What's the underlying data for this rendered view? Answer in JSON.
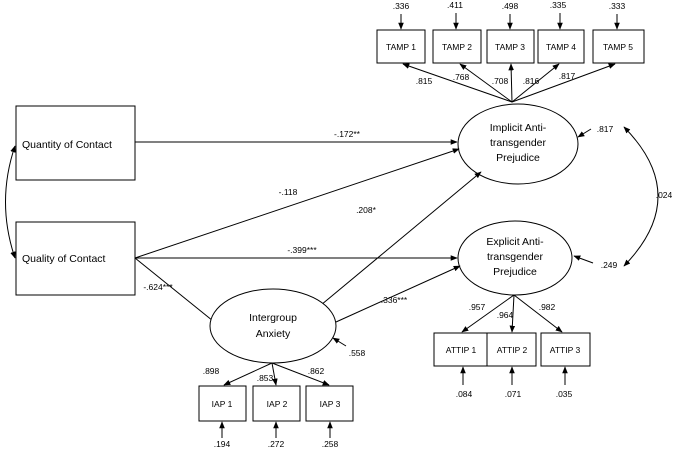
{
  "diagram": {
    "observed": {
      "quantity": "Quantity of Contact",
      "quality": "Quality of Contact"
    },
    "latent": {
      "implicit": [
        "Implicit Anti-",
        "transgender",
        "Prejudice"
      ],
      "explicit": [
        "Explicit Anti-",
        "transgender",
        "Prejudice"
      ],
      "anxiety": [
        "Intergroup",
        "Anxiety"
      ]
    },
    "tamp": {
      "labels": [
        "TAMP 1",
        "TAMP 2",
        "TAMP 3",
        "TAMP 4",
        "TAMP 5"
      ],
      "errors": [
        ".336",
        ".411",
        ".498",
        ".335",
        ".333"
      ],
      "loadings": [
        ".815",
        ".768",
        ".708",
        ".816",
        ".817"
      ]
    },
    "attip": {
      "labels": [
        "ATTIP 1",
        "ATTIP 2",
        "ATTIP 3"
      ],
      "errors": [
        ".084",
        ".071",
        ".035"
      ],
      "loadings": [
        ".957",
        ".964",
        ".982"
      ]
    },
    "iap": {
      "labels": [
        "IAP 1",
        "IAP 2",
        "IAP 3"
      ],
      "errors": [
        ".194",
        ".272",
        ".258"
      ],
      "loadings": [
        ".898",
        ".853",
        ".862"
      ]
    },
    "paths": {
      "quantity_implicit": "-.172**",
      "quality_implicit": "-.118",
      "quality_explicit": "-.399***",
      "quality_anxiety": "-.624***",
      "anxiety_implicit": ".208*",
      "anxiety_explicit": ".336***"
    },
    "residuals": {
      "implicit": ".817",
      "explicit": ".249",
      "anxiety": ".558"
    },
    "covariances": {
      "implicit_explicit": ".024"
    }
  }
}
